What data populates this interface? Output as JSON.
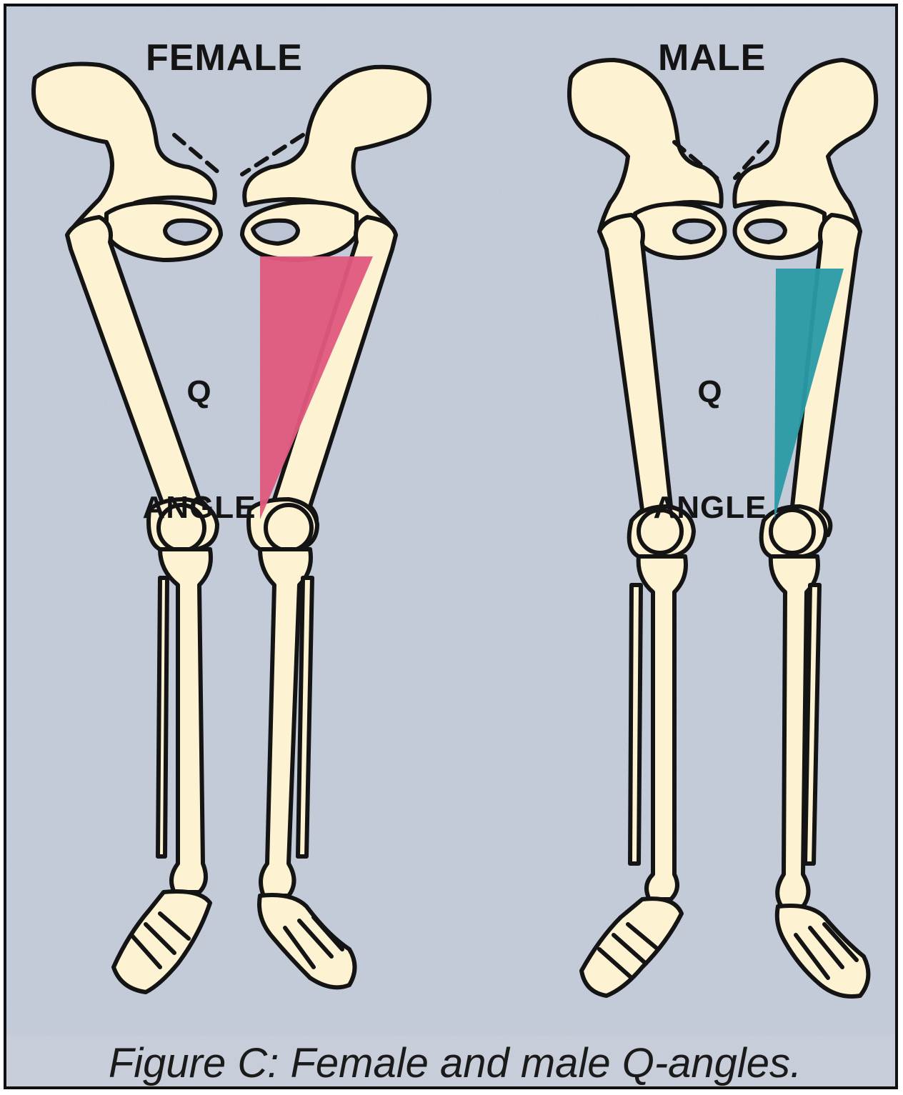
{
  "panels": {
    "female": {
      "title": "FEMALE",
      "q_label_line1": "Q",
      "q_label_line2": "ANGLE",
      "angle_color": "#e0587e"
    },
    "male": {
      "title": "MALE",
      "q_label_line1": "Q",
      "q_label_line2": "ANGLE",
      "angle_color": "#2a9aa6"
    }
  },
  "caption": "Figure C: Female and male Q-angles.",
  "colors": {
    "background": "#bcc4d3",
    "bone": "#fdf3d2",
    "outline": "#141414"
  }
}
